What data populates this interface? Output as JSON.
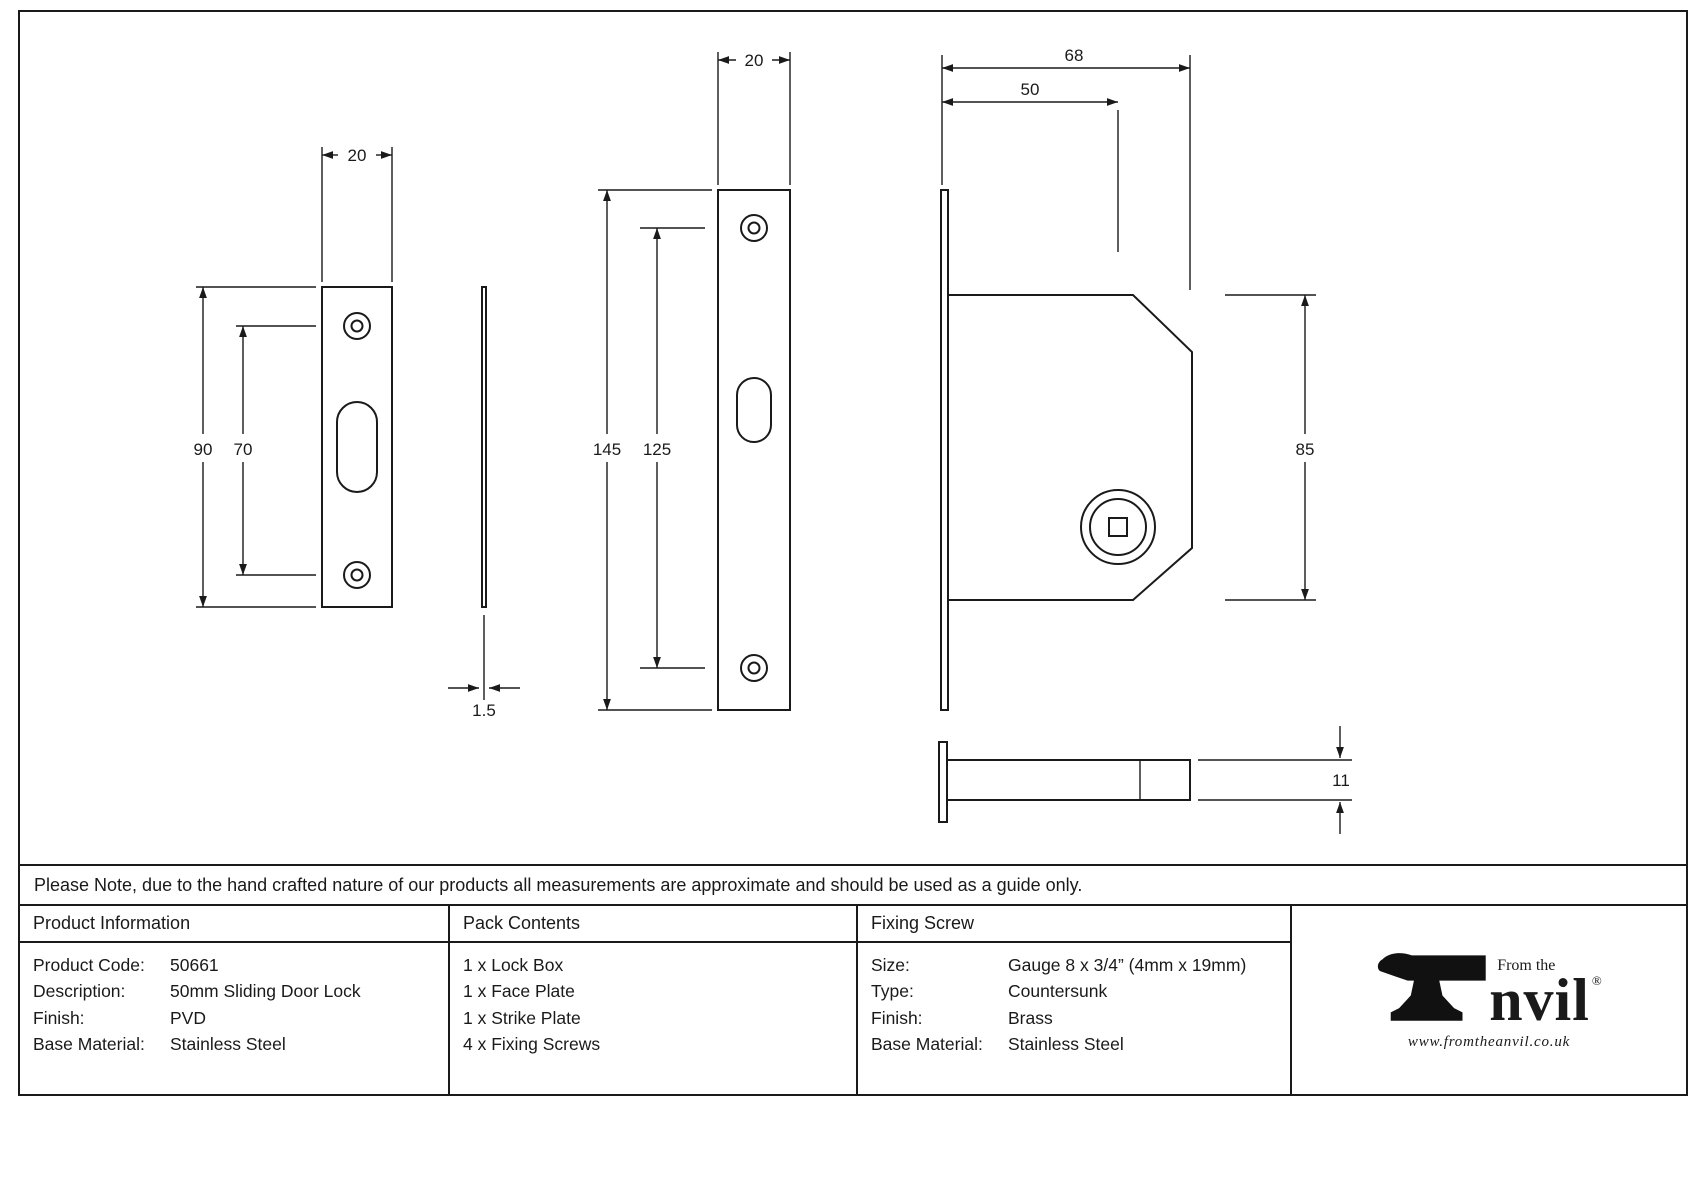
{
  "note": "Please Note, due to the hand crafted nature of our products all measurements are approximate and should be used as a guide only.",
  "sections": {
    "product_information": {
      "title": "Product Information",
      "rows": [
        {
          "label": "Product Code:",
          "value": "50661"
        },
        {
          "label": "Description:",
          "value": "50mm Sliding Door Lock"
        },
        {
          "label": "Finish:",
          "value": "PVD"
        },
        {
          "label": "Base Material:",
          "value": "Stainless Steel"
        }
      ]
    },
    "pack_contents": {
      "title": "Pack Contents",
      "items": [
        "1 x Lock Box",
        "1 x Face Plate",
        "1 x Strike Plate",
        "4 x Fixing Screws"
      ]
    },
    "fixing_screw": {
      "title": "Fixing Screw",
      "rows": [
        {
          "label": "Size:",
          "value": "Gauge 8 x 3/4” (4mm x 19mm)"
        },
        {
          "label": "Type:",
          "value": "Countersunk"
        },
        {
          "label": "Finish:",
          "value": "Brass"
        },
        {
          "label": "Base Material:",
          "value": "Stainless Steel"
        }
      ]
    }
  },
  "logo": {
    "from_the": "From the",
    "brand_suffix": "nvil",
    "registered": "®",
    "url": "www.fromtheanvil.co.uk"
  },
  "drawing": {
    "strike_plate": {
      "width": "20",
      "height": "90",
      "hole_spacing": "70",
      "thickness": "1.5"
    },
    "face_plate": {
      "width": "20",
      "height": "145",
      "hole_spacing": "125"
    },
    "lock_box": {
      "depth": "68",
      "backset": "50",
      "height": "85",
      "case_thickness": "11"
    }
  },
  "colors": {
    "line": "#1a1a1a",
    "background": "#ffffff"
  }
}
